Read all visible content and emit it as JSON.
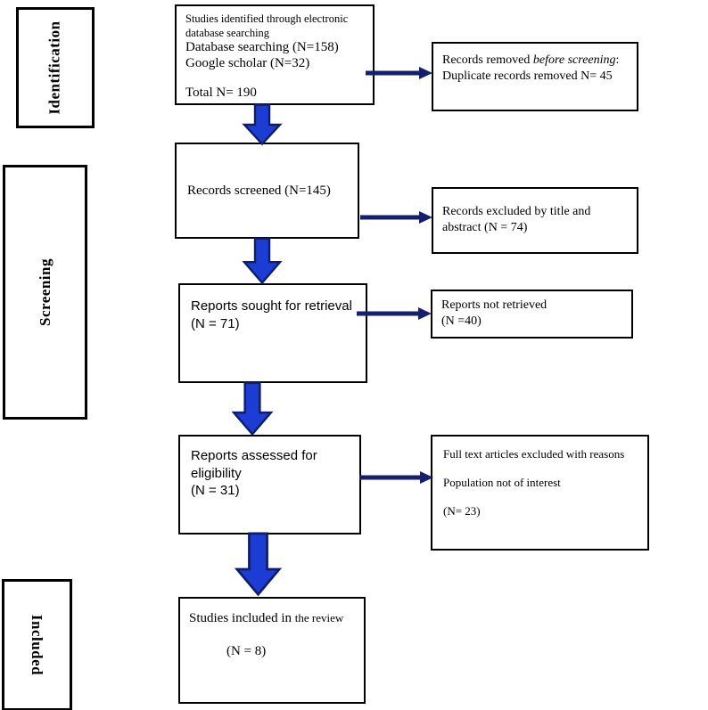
{
  "diagram": {
    "stages": [
      {
        "label": "Identification"
      },
      {
        "label": "Screening"
      },
      {
        "label": "Included"
      }
    ],
    "main": {
      "identified": {
        "line1": "Studies identified through electronic",
        "line2": "database searching",
        "line3": "Database searching (N=158)",
        "line4": "Google scholar (N=32)",
        "line5": "Total N= 190"
      },
      "screened": {
        "line1": "Records screened (N=145)"
      },
      "sought": {
        "line1": "Reports sought for retrieval",
        "line2": "(N = 71)"
      },
      "assessed": {
        "line1": "Reports assessed for",
        "line2": "eligibility",
        "line3": "(N = 31)"
      },
      "included": {
        "line1a": "Studies included in ",
        "line1b": "the review",
        "line2": "(N = 8)"
      }
    },
    "side": {
      "removed": {
        "prefix": "Records removed ",
        "italic": "before screening",
        "suffix": ":",
        "line2": "Duplicate records removed N= 45"
      },
      "excluded_title": {
        "line1": "Records excluded by title and",
        "line2": "abstract (N = 74)"
      },
      "not_retrieved": {
        "line1": "Reports not retrieved",
        "line2": "(N =40)"
      },
      "fulltext_excluded": {
        "line1": "Full text articles excluded with reasons",
        "line2": "Population not of interest",
        "line3": "(N= 23)"
      }
    },
    "colors": {
      "arrow_fill": "#1c3dd4",
      "arrow_outline": "#101d6b",
      "connector": "#141f6e",
      "box_border": "#000000",
      "background": "#ffffff"
    }
  }
}
